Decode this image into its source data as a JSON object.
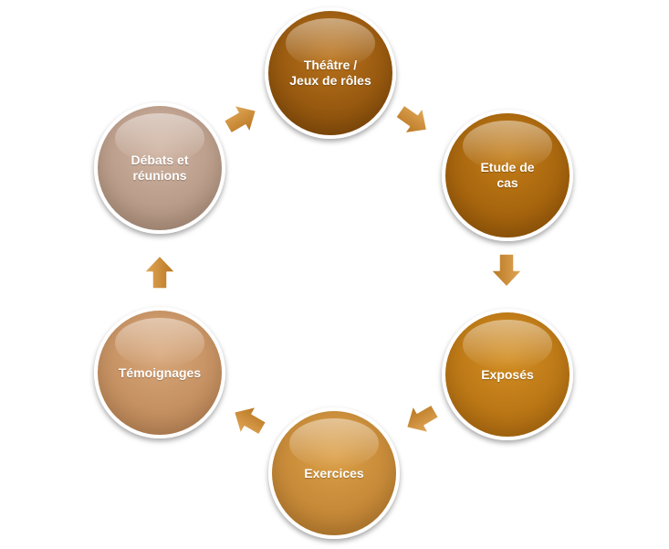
{
  "nodes": [
    {
      "id": "theatre",
      "label": "Théâtre / Jeux de rôles",
      "lines": [
        "Théâtre /",
        "Jeux de rôles"
      ],
      "color_top": "#b9721b",
      "color_bottom": "#7a4406"
    },
    {
      "id": "etude",
      "label": "Etude de cas",
      "lines": [
        "Etude de",
        "cas"
      ],
      "color_top": "#c37c16",
      "color_bottom": "#8f5207"
    },
    {
      "id": "exposes",
      "label": "Exposés",
      "lines": [
        "Exposés"
      ],
      "color_top": "#d38e22",
      "color_bottom": "#a7640c"
    },
    {
      "id": "exercices",
      "label": "Exercices",
      "lines": [
        "Exercices"
      ],
      "color_top": "#dca048",
      "color_bottom": "#b4772b"
    },
    {
      "id": "temoignages",
      "label": "Témoignages",
      "lines": [
        "Témoignages"
      ],
      "color_top": "#d7a679",
      "color_bottom": "#b67f4f"
    },
    {
      "id": "debats",
      "label": "Débats et réunions",
      "lines": [
        "Débats et",
        "réunions"
      ],
      "color_top": "#cfb3a1",
      "color_bottom": "#a88a76"
    }
  ],
  "colors": {
    "arrow_top": "#e2a95a",
    "arrow_bottom": "#b7751f",
    "arrow_edge": "#ffffff"
  }
}
